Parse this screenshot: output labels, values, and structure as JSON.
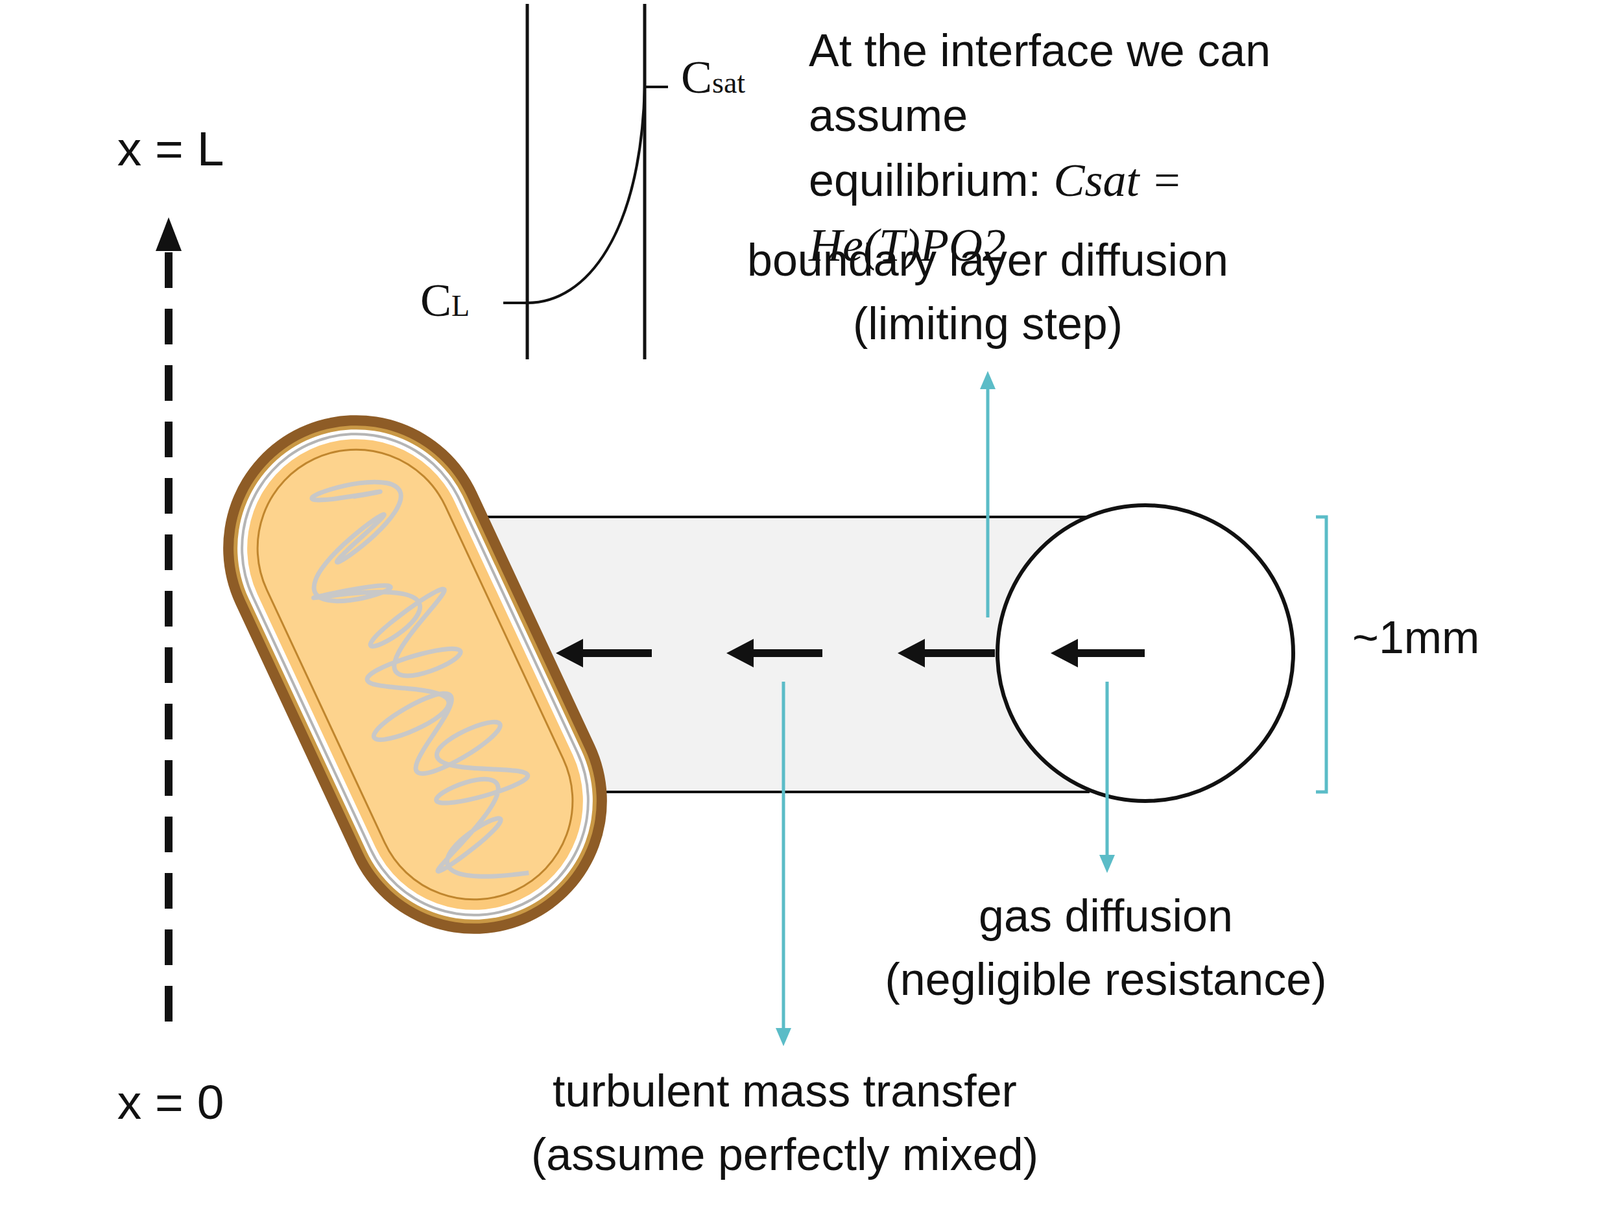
{
  "diagram": {
    "labels": [
      "At the interface we can assume equilibrium:",
      "Csat = He(T)PO2",
      "Csat",
      "CL",
      "x = L",
      "boundary layer diffusion (limiting step)",
      "~1mm",
      "gas diffusion (negligible resistance)",
      "x = 0",
      "turbulent mass transfer (assume perfectly mixed)"
    ]
  }
}
